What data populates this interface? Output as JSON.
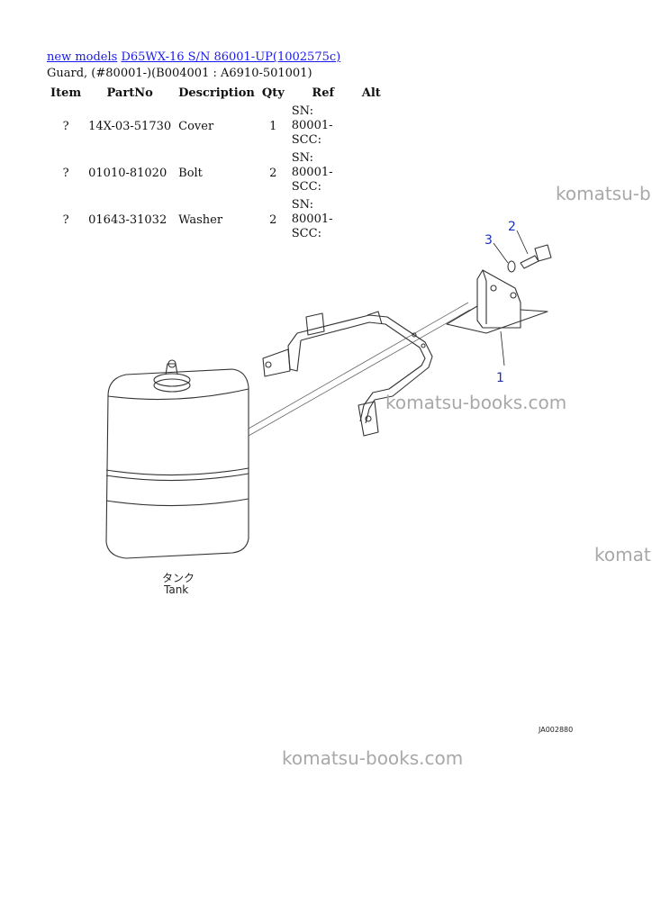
{
  "breadcrumb": {
    "link1": "new models",
    "link2": "D65WX-16 S/N  86001-UP(1002575c)"
  },
  "subtitle": "Guard, (#80001-)(B004001 : A6910-501001)",
  "table": {
    "headers": [
      "Item",
      "PartNo",
      "Description",
      "Qty",
      "Ref",
      "Alt"
    ],
    "rows": [
      {
        "item": "?",
        "partno": "14X-03-51730",
        "description": "Cover",
        "qty": "1",
        "ref": "SN: 80001-SCC:",
        "alt": ""
      },
      {
        "item": "?",
        "partno": "01010-81020",
        "description": "Bolt",
        "qty": "2",
        "ref": "SN: 80001-SCC:",
        "alt": ""
      },
      {
        "item": "?",
        "partno": "01643-31032",
        "description": "Washer",
        "qty": "2",
        "ref": "SN: 80001-SCC:",
        "alt": ""
      }
    ]
  },
  "watermarks": [
    "komatsu-b",
    "komatsu-books.com",
    "komat",
    "komatsu-books.com"
  ],
  "diagram": {
    "callouts": [
      "1",
      "2",
      "3"
    ],
    "tank_label_jp": "タンク",
    "tank_label_en": "Tank",
    "figure_code": "JA002880"
  }
}
